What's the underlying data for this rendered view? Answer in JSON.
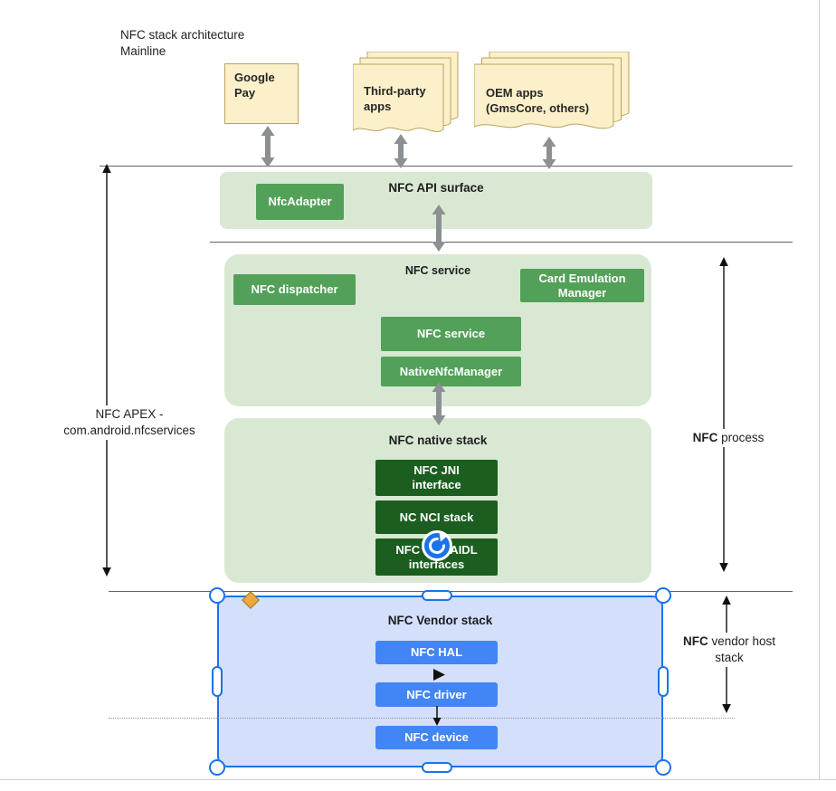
{
  "header": {
    "title_line1": "NFC stack architecture",
    "title_line2": "Mainline"
  },
  "apps": {
    "google_pay": "Google Pay",
    "third_party": "Third-party apps",
    "oem": "OEM apps (GmsCore, others)"
  },
  "api_surface": {
    "title": "NFC API surface",
    "nfc_adapter": "NfcAdapter"
  },
  "nfc_service": {
    "title": "NFC service",
    "dispatcher": "NFC dispatcher",
    "card_emulation_manager": "Card Emulation Manager",
    "service": "NFC service",
    "native_nfc_manager": "NativeNfcManager"
  },
  "native_stack": {
    "title": "NFC native stack",
    "jni": "NFC JNI interface",
    "nci": "NC NCI stack",
    "hal_aidl": "NFC HAL AIDL interfaces"
  },
  "vendor_stack": {
    "title": "NFC Vendor stack",
    "hal": "NFC HAL",
    "driver": "NFC driver",
    "device": "NFC device"
  },
  "annotations": {
    "apex_line1": "NFC APEX -",
    "apex_line2": "com.android.nfcservices",
    "process_bold": "NFC",
    "process_rest": " process",
    "vendor_host_bold": "NFC",
    "vendor_host_rest": " vendor host stack"
  },
  "icons": {
    "sync": "sync-icon",
    "adjust_handle": "diamond-adjust-handle"
  },
  "colors": {
    "panel_green": "#d9e8d3",
    "chip_green": "#53a158",
    "chip_dark_green": "#1b5e20",
    "panel_blue": "#d3dffb",
    "chip_blue": "#4285f4",
    "selection_blue": "#1a73e8",
    "doc_fill": "#fbf0ca",
    "doc_border": "#b9a45c",
    "arrow_gray": "#8c9093",
    "diamond_orange": "#eda93e"
  }
}
